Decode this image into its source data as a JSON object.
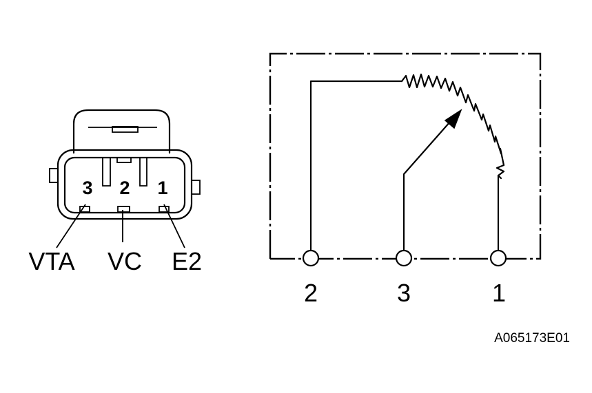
{
  "connector": {
    "pins": [
      {
        "number": "3",
        "signal": "VTA"
      },
      {
        "number": "2",
        "signal": "VC"
      },
      {
        "number": "1",
        "signal": "E2"
      }
    ]
  },
  "circuit": {
    "terminals": [
      "2",
      "3",
      "1"
    ]
  },
  "figure_code": "A065173E01"
}
